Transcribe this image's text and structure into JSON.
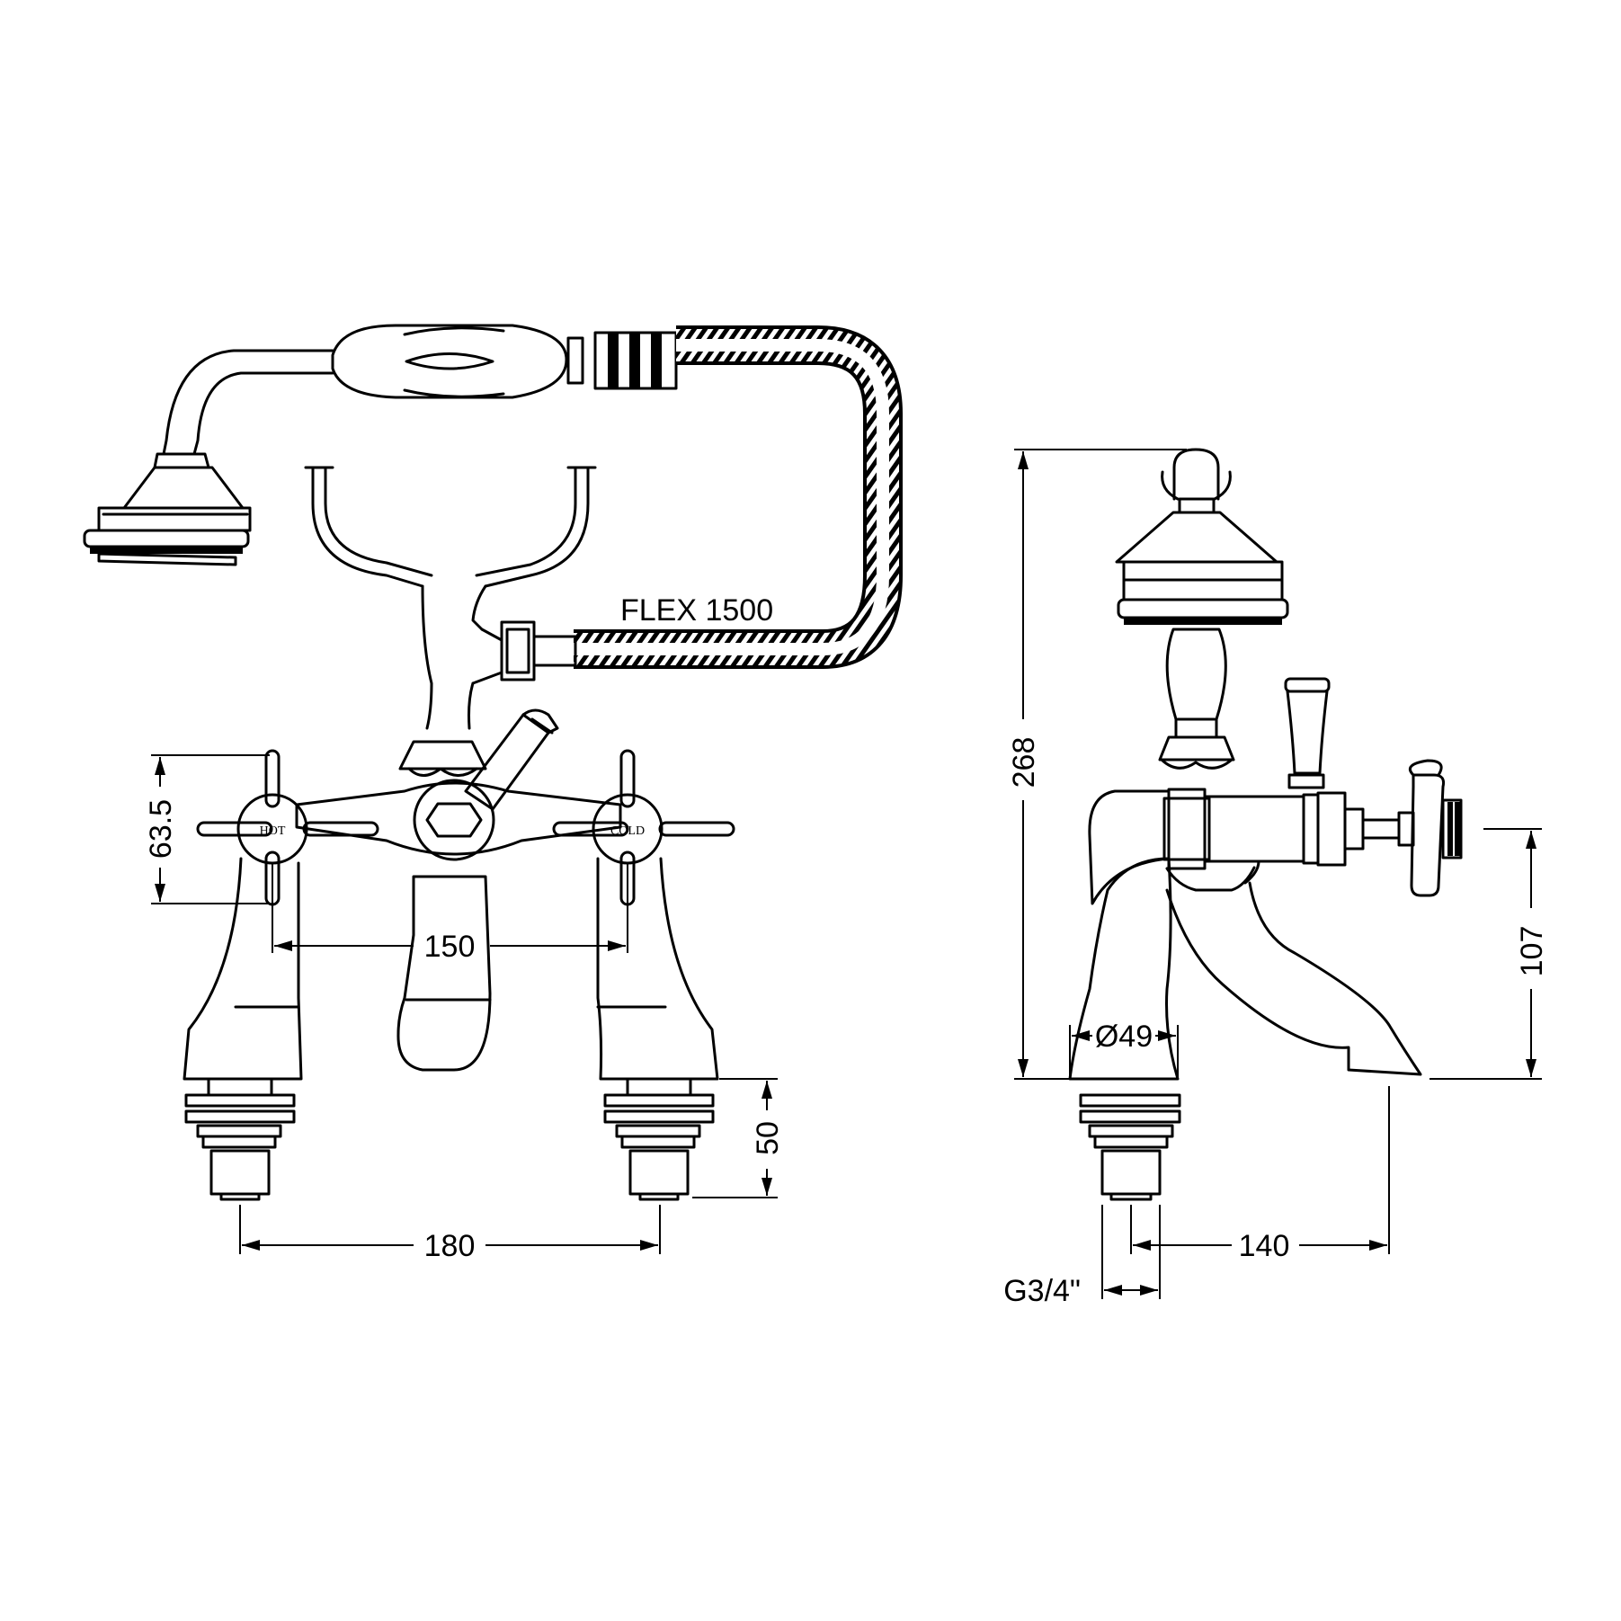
{
  "flex_label": "FLEX 1500",
  "front_view": {
    "hot_label": "HOT",
    "cold_label": "COLD",
    "dim_handle_height": "63.5",
    "dim_handle_spacing": "150",
    "dim_centers": "180",
    "dim_tail": "50"
  },
  "side_view": {
    "dim_total_height": "268",
    "dim_body_diameter": "Ø49",
    "dim_spout_height": "107",
    "dim_projection": "140",
    "dim_thread": "G3/4\""
  }
}
